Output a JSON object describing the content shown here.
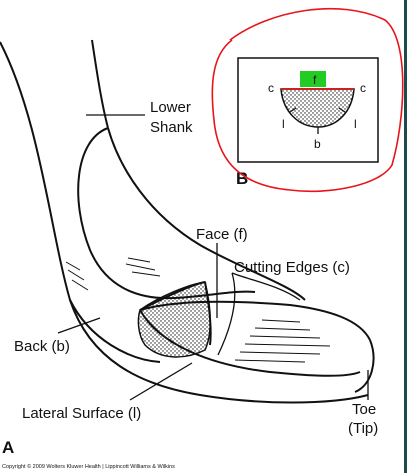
{
  "figure": {
    "panel_a_letter": "A",
    "panel_b_letter": "B",
    "labels": {
      "lower_shank_line1": "Lower",
      "lower_shank_line2": "Shank",
      "face": "Face (f)",
      "cutting_edges": "Cutting Edges (c)",
      "back": "Back (b)",
      "lateral_surface": "Lateral Surface (l)",
      "toe_line1": "Toe",
      "toe_line2": "(Tip)"
    },
    "inset_labels": {
      "f": "f",
      "c_left": "c",
      "c_right": "c",
      "l_left": "l",
      "l_right": "l",
      "b": "b"
    },
    "copyright": "Copyright © 2009 Wolters Kluwer Health | Lippincott Williams & Wilkins"
  },
  "colors": {
    "ink": "#111111",
    "annotation_circle": "#e8141b",
    "face_highlight": "#22cc22",
    "edge_stroke": "#cc2222",
    "right_border": "#1e4a4a"
  }
}
